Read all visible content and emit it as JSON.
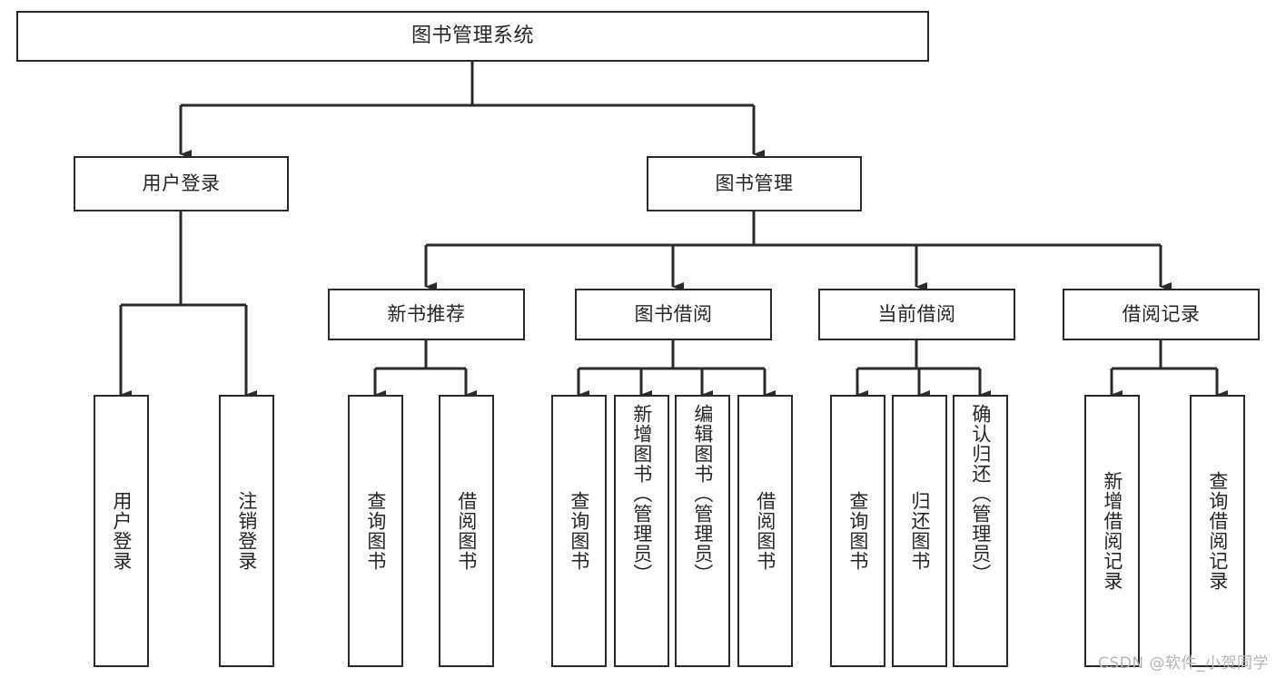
{
  "diagram": {
    "type": "tree",
    "title": "图书管理系统",
    "orientation": "top-down",
    "background_color": "#ffffff",
    "line_color": "#2b2b2b",
    "text_color": "#262626",
    "root": {
      "id": "root",
      "label": "图书管理系统"
    },
    "level2": [
      {
        "id": "user-login",
        "label": "用户登录"
      },
      {
        "id": "book-manage",
        "label": "图书管理"
      }
    ],
    "level3": [
      {
        "id": "new-book-rec",
        "label": "新书推荐",
        "parent": "book-manage"
      },
      {
        "id": "book-borrow",
        "label": "图书借阅",
        "parent": "book-manage"
      },
      {
        "id": "current-borrow",
        "label": "当前借阅",
        "parent": "book-manage"
      },
      {
        "id": "borrow-record",
        "label": "借阅记录",
        "parent": "book-manage"
      }
    ],
    "leaves": [
      {
        "id": "leaf-user-login",
        "label": "用户登录",
        "parent": "user-login"
      },
      {
        "id": "leaf-logout",
        "label": "注销登录",
        "parent": "user-login"
      },
      {
        "id": "leaf-query-book-1",
        "label": "查询图书",
        "parent": "new-book-rec"
      },
      {
        "id": "leaf-borrow-book-1",
        "label": "借阅图书",
        "parent": "new-book-rec"
      },
      {
        "id": "leaf-query-book-2",
        "label": "查询图书",
        "parent": "book-borrow"
      },
      {
        "id": "leaf-add-book",
        "label": "新增图书（管理员）",
        "parent": "book-borrow"
      },
      {
        "id": "leaf-edit-book",
        "label": "编辑图书（管理员）",
        "parent": "book-borrow"
      },
      {
        "id": "leaf-borrow-book-2",
        "label": "借阅图书",
        "parent": "book-borrow"
      },
      {
        "id": "leaf-query-book-3",
        "label": "查询图书",
        "parent": "current-borrow"
      },
      {
        "id": "leaf-return-book",
        "label": "归还图书",
        "parent": "current-borrow"
      },
      {
        "id": "leaf-confirm-return",
        "label": "确认归还（管理员）",
        "parent": "current-borrow"
      },
      {
        "id": "leaf-add-record",
        "label": "新增借阅记录",
        "parent": "borrow-record"
      },
      {
        "id": "leaf-query-record",
        "label": "查询借阅记录",
        "parent": "borrow-record"
      }
    ]
  },
  "watermark": {
    "text": "CSDN @软件_小贺同学"
  }
}
